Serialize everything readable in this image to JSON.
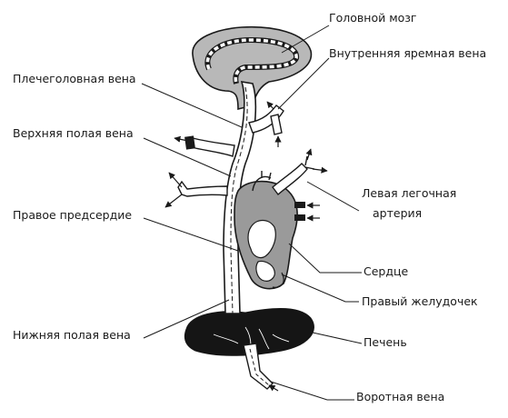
{
  "labels": {
    "brain": "Головной мозг",
    "internal_jugular_vein": "Внутренняя яремная вена",
    "brachiocephalic_vein": "Плечеголовная вена",
    "superior_vena_cava": "Верхняя полая вена",
    "left_pulmonary_artery_line1": "Левая легочная",
    "left_pulmonary_artery_line2": "артерия",
    "right_atrium": "Правое предсердие",
    "heart": "Сердце",
    "right_ventricle": "Правый желудочек",
    "inferior_vena_cava": "Нижняя полая вена",
    "liver": "Печень",
    "portal_vein": "Воротная вена"
  },
  "colors": {
    "ink": "#1a1a1a",
    "organ_fill": "#b8b8b8",
    "heart_fill": "#9a9a9a",
    "vessel_fill": "#ffffff",
    "liver_fill": "#151515"
  }
}
